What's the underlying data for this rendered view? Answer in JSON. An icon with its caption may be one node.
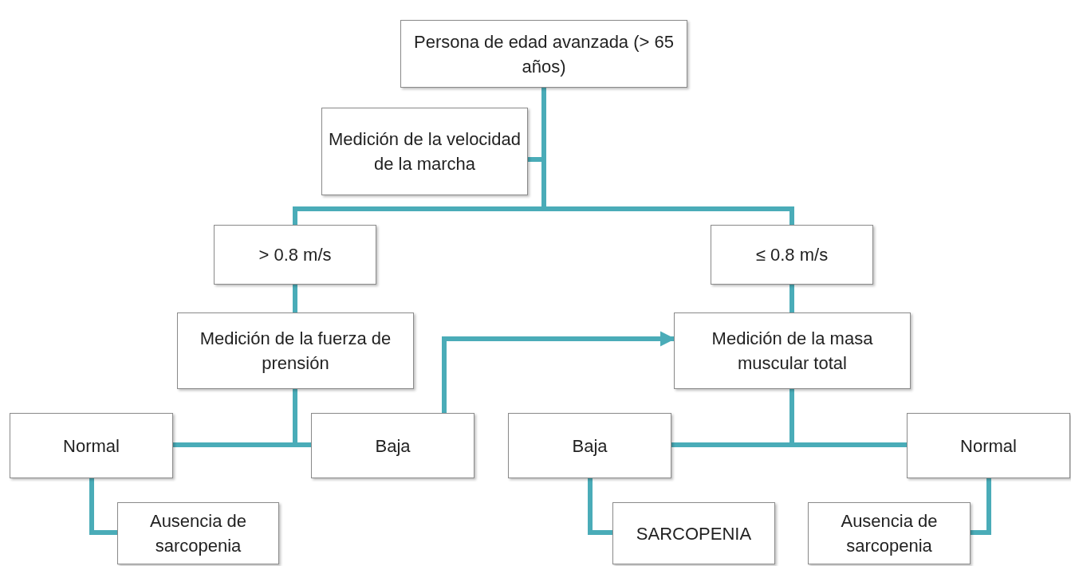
{
  "diagram": {
    "nodes": [
      {
        "text": [
          "Persona de edad avanzada (> 65 años)"
        ]
      },
      {
        "text": [
          "Medición de la velocidad de la marcha"
        ]
      },
      {
        "text": [
          "> 0.8 m/s"
        ]
      },
      {
        "text": [
          "≤ 0.8 m/s"
        ]
      },
      {
        "text": [
          "Medición de la fuerza de prensión"
        ]
      },
      {
        "text": [
          "Medición de la masa muscular total"
        ]
      },
      {
        "text": [
          "Normal"
        ]
      },
      {
        "text": [
          "Baja"
        ]
      },
      {
        "text": [
          "Baja"
        ]
      },
      {
        "text": [
          "Normal"
        ]
      },
      {
        "text": [
          "Ausencia de sarcopenia"
        ]
      },
      {
        "text": [
          "SARCOPENIA"
        ]
      },
      {
        "text": [
          "Ausencia de sarcopenia"
        ]
      }
    ],
    "edges": [
      {
        "from": 0,
        "to": 1,
        "arrow": "none"
      },
      {
        "from": 0,
        "to": 2,
        "arrow": "none"
      },
      {
        "from": 0,
        "to": 3,
        "arrow": "none"
      },
      {
        "from": 2,
        "to": 4,
        "arrow": "none"
      },
      {
        "from": 3,
        "to": 5,
        "arrow": "none"
      },
      {
        "from": 4,
        "to": 6,
        "arrow": "none"
      },
      {
        "from": 4,
        "to": 7,
        "arrow": "none"
      },
      {
        "from": 7,
        "to": 5,
        "arrow": "to"
      },
      {
        "from": 5,
        "to": 8,
        "arrow": "none"
      },
      {
        "from": 5,
        "to": 9,
        "arrow": "none"
      },
      {
        "from": 6,
        "to": 10,
        "arrow": "none"
      },
      {
        "from": 8,
        "to": 11,
        "arrow": "none"
      },
      {
        "from": 9,
        "to": 12,
        "arrow": "none"
      }
    ]
  }
}
